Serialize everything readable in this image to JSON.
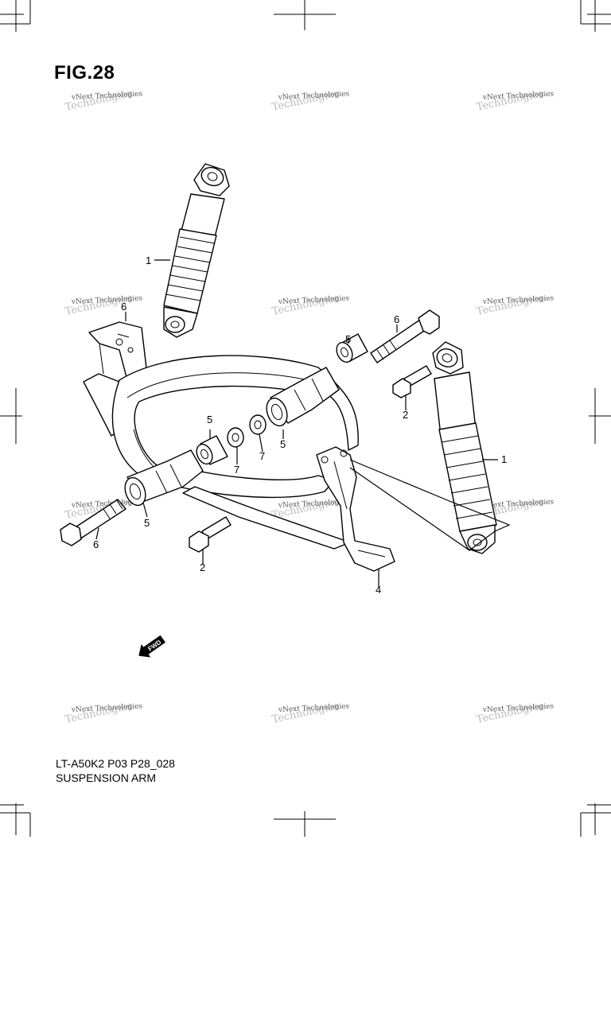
{
  "figure": {
    "title": "FIG.28",
    "page_code": "LT-A50K2 P03 P28_028",
    "assembly_name": "SUSPENSION ARM"
  },
  "watermark": {
    "line1": "vNext Technologies",
    "line2": "Technologies"
  },
  "fwd_label": "FWD",
  "callouts": [
    "1",
    "1",
    "2",
    "2",
    "4",
    "5",
    "5",
    "5",
    "5",
    "6",
    "6",
    "6",
    "7",
    "7"
  ],
  "colors": {
    "ink": "#000000",
    "watermark": "#bbbbbb",
    "paper": "#ffffff"
  }
}
